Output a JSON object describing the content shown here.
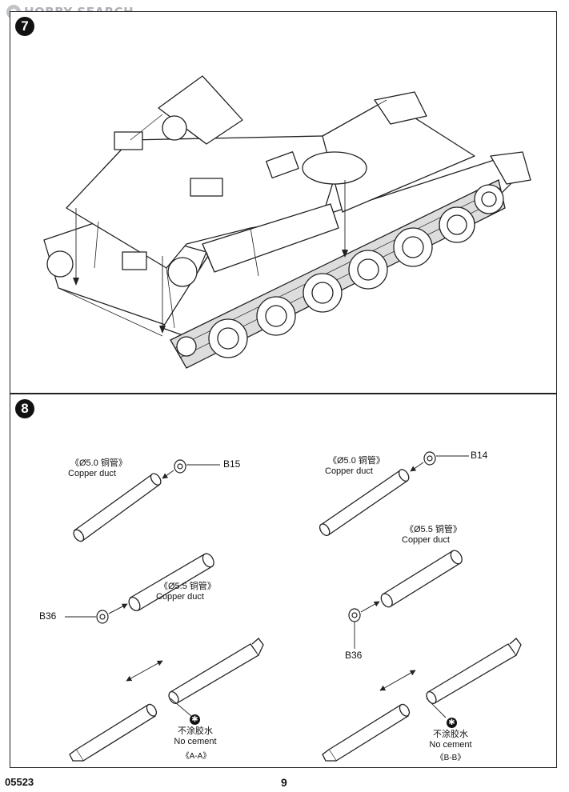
{
  "watermark": {
    "text": "HOBBY SEARCH"
  },
  "footer": {
    "code": "05523",
    "page": "9"
  },
  "step7": {
    "number": "7"
  },
  "step8": {
    "number": "8",
    "left": {
      "pipe1": {
        "part": "B15",
        "spec": "《Ø5.0 铜管》",
        "name": "Copper duct"
      },
      "pipe2": {
        "part": "B36",
        "spec": "《Ø5.5 铜管》",
        "name": "Copper duct"
      },
      "note": {
        "cn": "不涂胶水",
        "en": "No cement",
        "view": "《A-A》"
      }
    },
    "right": {
      "pipe1": {
        "part": "B14",
        "spec": "《Ø5.0 铜管》",
        "name": "Copper duct"
      },
      "pipe2": {
        "part": "B36",
        "spec": "《Ø5.5 铜管》",
        "name": "Copper duct"
      },
      "note": {
        "cn": "不涂胶水",
        "en": "No cement",
        "view": "《B-B》"
      }
    }
  }
}
